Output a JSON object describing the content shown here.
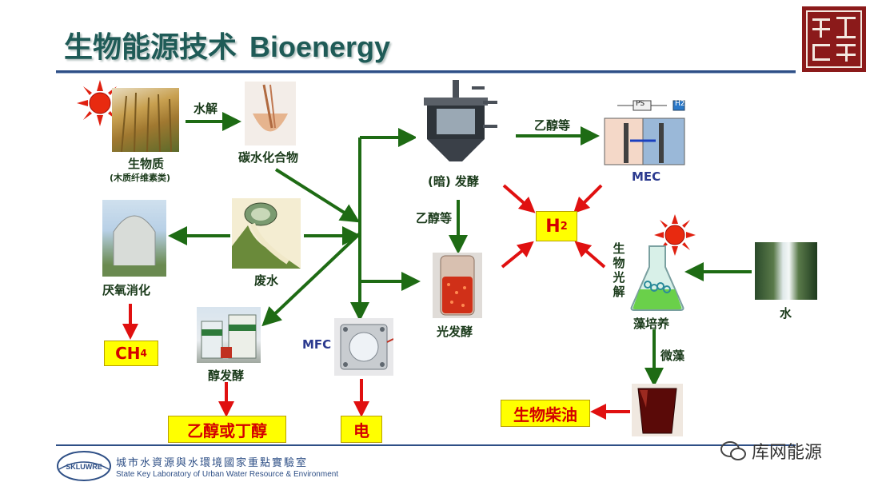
{
  "title": {
    "cn": "生物能源技术",
    "en": "Bioenergy"
  },
  "nodes": {
    "biomass": {
      "label": "生物质",
      "sublabel": "(木质纤维素类)"
    },
    "carbohydrate": {
      "label": "碳水化合物"
    },
    "wastewater": {
      "label": "废水"
    },
    "anaerobic": {
      "label": "厌氧消化"
    },
    "ch4": {
      "label": "CH",
      "sub": "4"
    },
    "alcohol_ferm": {
      "label": "醇发酵"
    },
    "ethanol_butanol": {
      "label": "乙醇或丁醇"
    },
    "mfc": {
      "label": "MFC"
    },
    "electricity": {
      "label": "电"
    },
    "dark_ferm": {
      "label": "(暗) 发酵"
    },
    "photo_ferm": {
      "label": "光发酵"
    },
    "mec": {
      "label": "MEC",
      "ps": "PS",
      "h2": "H2"
    },
    "h2": {
      "label": "H",
      "sub": "2"
    },
    "algae": {
      "label": "藻培养"
    },
    "water": {
      "label": "水"
    },
    "biodiesel": {
      "label": "生物柴油"
    }
  },
  "edge_labels": {
    "hydrolysis": "水解",
    "ethanol_etc_1": "乙醇等",
    "ethanol_etc_2": "乙醇等",
    "bio_photolysis": [
      "生",
      "物",
      "光",
      "解"
    ],
    "microalgae": "微藻"
  },
  "footer": {
    "logo_text": "SKLUWRE",
    "cn": "城市水資源與水環境國家重點實驗室",
    "en": "State Key Laboratory of Urban Water Resource & Environment"
  },
  "watermark": "库网能源",
  "colors": {
    "title": "#1f5b57",
    "green_arrow": "#1e6b14",
    "red_arrow": "#e01010",
    "highlight": "#ffff00"
  }
}
